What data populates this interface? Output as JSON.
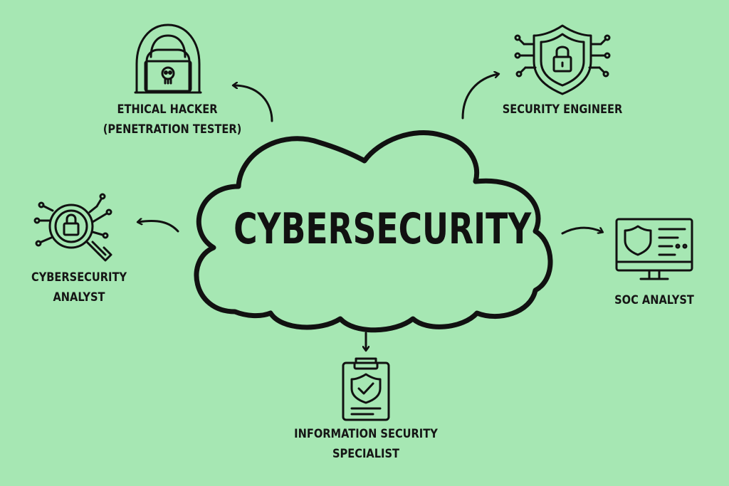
{
  "center": {
    "title": "CYBERSECURITY"
  },
  "roles": {
    "ethical_hacker": {
      "line1": "ETHICAL HACKER",
      "line2": "(PENETRATION TESTER)",
      "icon": "hooded-hacker-laptop-skull-icon"
    },
    "security_engineer": {
      "line1": "SECURITY ENGINEER",
      "icon": "shield-lock-circuit-icon"
    },
    "cybersecurity_analyst": {
      "line1": "CYBERSECURITY",
      "line2": "ANALYST",
      "icon": "magnifier-lock-circuit-icon"
    },
    "soc_analyst": {
      "line1": "SOC ANALYST",
      "icon": "monitor-shield-icon"
    },
    "infosec_specialist": {
      "line1": "INFORMATION SECURITY",
      "line2": "SPECIALIST",
      "icon": "clipboard-shield-check-icon"
    }
  },
  "colors": {
    "background": "#a6e7b3",
    "ink": "#111111"
  }
}
